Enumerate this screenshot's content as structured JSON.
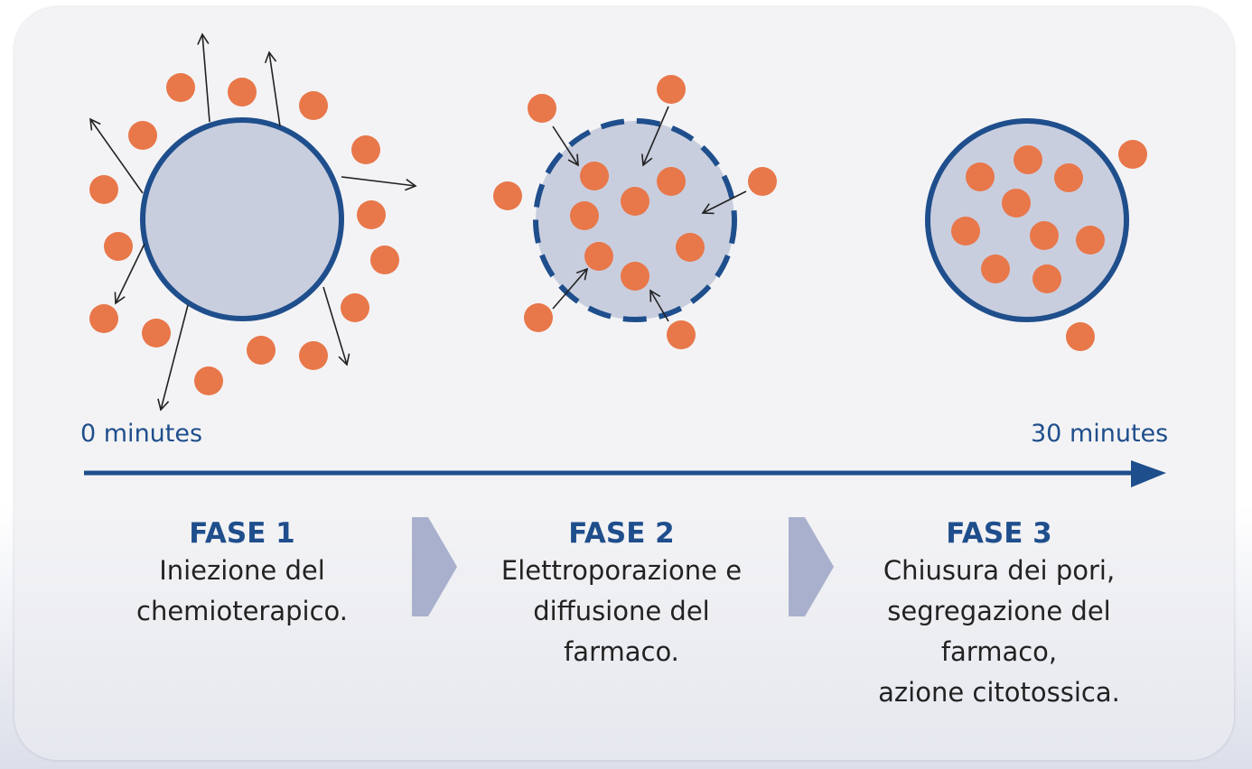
{
  "colors": {
    "accent_blue": "#1f4e8c",
    "particle_orange": "#e8774a",
    "cell_fill": "#c9cede",
    "chevron_fill": "#a8b0cd"
  },
  "timeline": {
    "start_label": "0 minutes",
    "end_label": "30 minutes"
  },
  "phases": [
    {
      "title": "FASE 1",
      "description": "Iniezione del\nchemioterapico."
    },
    {
      "title": "FASE 2",
      "description": "Elettroporazione e\ndiffusione del\nfarmaco."
    },
    {
      "title": "FASE 3",
      "description": "Chiusura dei pori,\nsegregazione del\nfarmaco,\nazione citotossica."
    }
  ],
  "cells": [
    {
      "phase": 1,
      "membrane": "solid",
      "state": "drug outside, moving away"
    },
    {
      "phase": 2,
      "membrane": "dashed",
      "state": "drug entering through pores"
    },
    {
      "phase": 3,
      "membrane": "solid",
      "state": "drug trapped inside"
    }
  ]
}
